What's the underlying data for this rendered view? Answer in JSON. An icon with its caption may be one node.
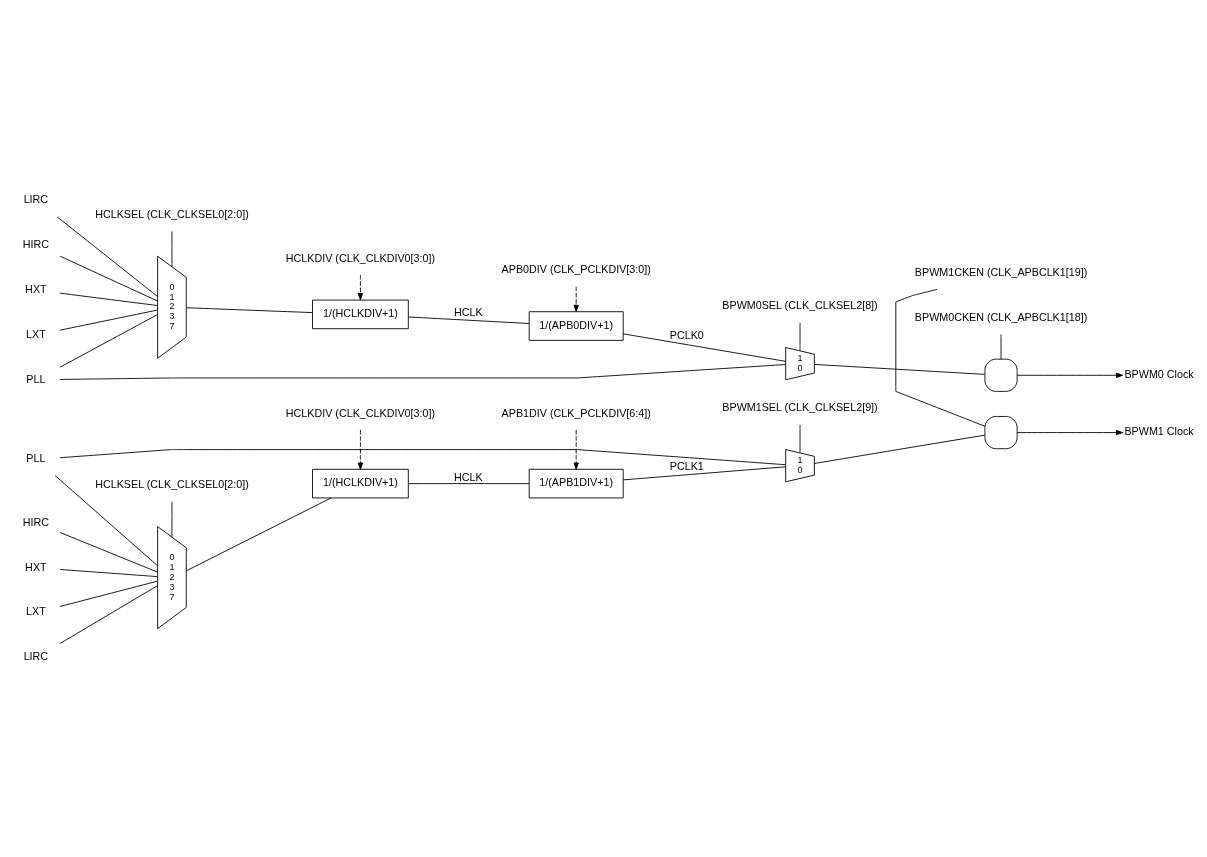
{
  "diagram": {
    "nodes": [
      {
        "text": [
          "HCLKSEL (CLK_CLKSEL0[2:0])"
        ]
      },
      {
        "text": [
          "HXT"
        ]
      },
      {
        "text": [
          "LXT"
        ]
      },
      {
        "text": [
          "PLL"
        ]
      },
      {
        "text": [
          "LIRC"
        ]
      },
      {
        "text": [
          "HIRC"
        ]
      },
      {
        "text": [
          "0",
          "1",
          "2",
          "3",
          "7"
        ]
      },
      {
        "text": [
          "HCLKDIV (CLK_CLKDIV0[3:0])"
        ]
      },
      {
        "text": [
          "1/(HCLKDIV+1)"
        ]
      },
      {
        "text": [
          "APB0DIV (CLK_PCLKDIV[3:0])"
        ]
      },
      {
        "text": [
          "1/(APB0DIV+1)"
        ]
      },
      {
        "text": [
          "BPWM0SEL (CLK_CLKSEL2[8])"
        ]
      },
      {
        "text": [
          "1",
          "0"
        ]
      },
      {
        "text": [
          "BPWM0CKEN (CLK_APBCLK1[18])"
        ]
      },
      {
        "text": [],
        "shape": "gate"
      },
      {
        "text": [
          "BPWM0 Clock"
        ]
      },
      {
        "text": [
          "HCLKSEL (CLK_CLKSEL0[2:0])"
        ]
      },
      {
        "text": [
          "HXT"
        ]
      },
      {
        "text": [
          "LXT"
        ]
      },
      {
        "text": [
          "PLL"
        ]
      },
      {
        "text": [
          "LIRC"
        ]
      },
      {
        "text": [
          "HIRC"
        ]
      },
      {
        "text": [
          "0",
          "1",
          "2",
          "3",
          "7"
        ]
      },
      {
        "text": [
          "HCLKDIV (CLK_CLKDIV0[3:0])"
        ]
      },
      {
        "text": [
          "1/(HCLKDIV+1)"
        ]
      },
      {
        "text": [
          "APB1DIV (CLK_PCLKDIV[6:4])"
        ]
      },
      {
        "text": [
          "1/(APB1DIV+1)"
        ]
      },
      {
        "text": [
          "BPWM1SEL (CLK_CLKSEL2[9])"
        ]
      },
      {
        "text": [
          "1",
          "0"
        ]
      },
      {
        "text": [
          "BPWM1CKEN (CLK_APBCLK1[19])"
        ]
      },
      {
        "text": [],
        "shape": "gate"
      },
      {
        "text": [
          "BPWM1 Clock"
        ]
      }
    ],
    "edges": [
      {
        "from": 0,
        "to": 6,
        "arrow": "none"
      },
      {
        "from": 1,
        "to": 6,
        "arrow": "none"
      },
      {
        "from": 2,
        "to": 6,
        "arrow": "none"
      },
      {
        "from": 3,
        "to": 6,
        "arrow": "none"
      },
      {
        "from": 4,
        "to": 6,
        "arrow": "none"
      },
      {
        "from": 5,
        "to": 6,
        "arrow": "none"
      },
      {
        "from": 6,
        "to": 8,
        "arrow": "none"
      },
      {
        "from": 7,
        "to": 8,
        "arrow": "to",
        "style": "dashed"
      },
      {
        "from": 8,
        "to": 10,
        "arrow": "none",
        "label": "HCLK"
      },
      {
        "from": 9,
        "to": 10,
        "arrow": "to",
        "style": "dashed"
      },
      {
        "from": 10,
        "to": 12,
        "arrow": "none",
        "label": "PCLK0"
      },
      {
        "from": 3,
        "to": 12,
        "arrow": "none"
      },
      {
        "from": 11,
        "to": 12,
        "arrow": "none"
      },
      {
        "from": 12,
        "to": 14,
        "arrow": "none"
      },
      {
        "from": 13,
        "to": 14,
        "arrow": "none"
      },
      {
        "from": 14,
        "to": 15,
        "arrow": "to"
      },
      {
        "from": 16,
        "to": 22,
        "arrow": "none"
      },
      {
        "from": 17,
        "to": 22,
        "arrow": "none"
      },
      {
        "from": 18,
        "to": 22,
        "arrow": "none"
      },
      {
        "from": 19,
        "to": 22,
        "arrow": "none"
      },
      {
        "from": 20,
        "to": 22,
        "arrow": "none"
      },
      {
        "from": 21,
        "to": 22,
        "arrow": "none"
      },
      {
        "from": 22,
        "to": 24,
        "arrow": "none"
      },
      {
        "from": 23,
        "to": 24,
        "arrow": "to",
        "style": "dashed"
      },
      {
        "from": 24,
        "to": 26,
        "arrow": "none",
        "label": "HCLK"
      },
      {
        "from": 25,
        "to": 26,
        "arrow": "to",
        "style": "dashed"
      },
      {
        "from": 26,
        "to": 28,
        "arrow": "none",
        "label": "PCLK1"
      },
      {
        "from": 19,
        "to": 28,
        "arrow": "none"
      },
      {
        "from": 27,
        "to": 28,
        "arrow": "none"
      },
      {
        "from": 28,
        "to": 30,
        "arrow": "none"
      },
      {
        "from": 29,
        "to": 30,
        "arrow": "none"
      },
      {
        "from": 30,
        "to": 31,
        "arrow": "to"
      }
    ]
  }
}
